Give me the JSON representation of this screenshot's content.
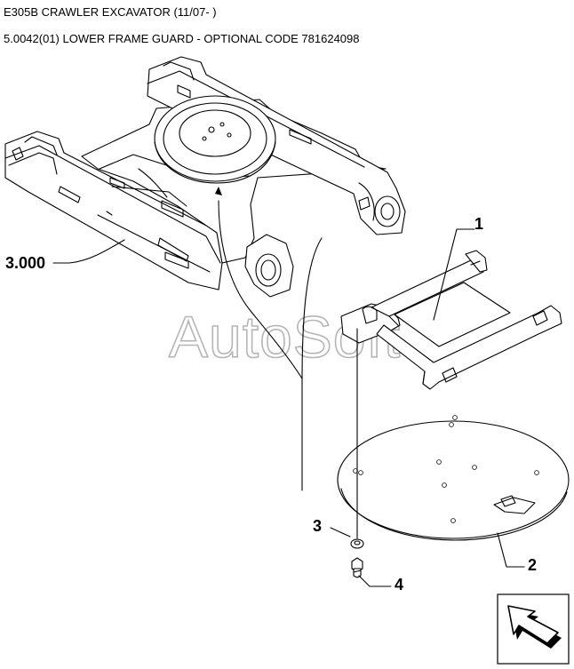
{
  "header": {
    "model": "E305B CRAWLER EXCAVATOR (11/07- )",
    "section": "5.0042(01) LOWER FRAME GUARD - OPTIONAL CODE 781624098"
  },
  "callouts": {
    "frame_ref": "3.000",
    "item1": "1",
    "item2": "2",
    "item3": "3",
    "item4": "4"
  },
  "watermark": "AutoSoft",
  "nav": {
    "icon": "arrow-up-left-icon"
  }
}
